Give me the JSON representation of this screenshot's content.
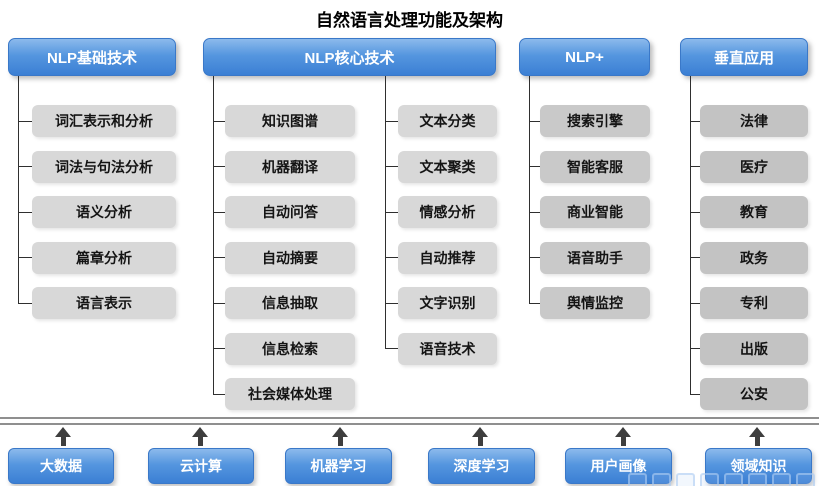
{
  "title": "自然语言处理功能及架构",
  "colors": {
    "header_blue_top": "#8cbaec",
    "header_blue_bottom": "#3b7fd4",
    "item_gray_light": "#d8d8d8",
    "item_gray_mid": "#c9c9c9",
    "item_gray_dark": "#c3c3c3",
    "connector_line": "#2f2f2f",
    "baseline_gray": "#8f8f8f",
    "arrow_dark": "#3e3e3e"
  },
  "columns": [
    {
      "header": "NLP基础技术",
      "items": [
        "词汇表示和分析",
        "词法与句法分析",
        "语义分析",
        "篇章分析",
        "语言表示"
      ]
    },
    {
      "header": "NLP核心技术",
      "items_left": [
        "知识图谱",
        "机器翻译",
        "自动问答",
        "自动摘要",
        "信息抽取",
        "信息检索",
        "社会媒体处理"
      ],
      "items_right": [
        "文本分类",
        "文本聚类",
        "情感分析",
        "自动推荐",
        "文字识别",
        "语音技术"
      ]
    },
    {
      "header": "NLP+",
      "items": [
        "搜索引擎",
        "智能客服",
        "商业智能",
        "语音助手",
        "舆情监控"
      ]
    },
    {
      "header": "垂直应用",
      "items": [
        "法律",
        "医疗",
        "教育",
        "政务",
        "专利",
        "出版",
        "公安"
      ]
    }
  ],
  "foundation": [
    "大数据",
    "云计算",
    "机器学习",
    "深度学习",
    "用户画像",
    "领域知识"
  ]
}
